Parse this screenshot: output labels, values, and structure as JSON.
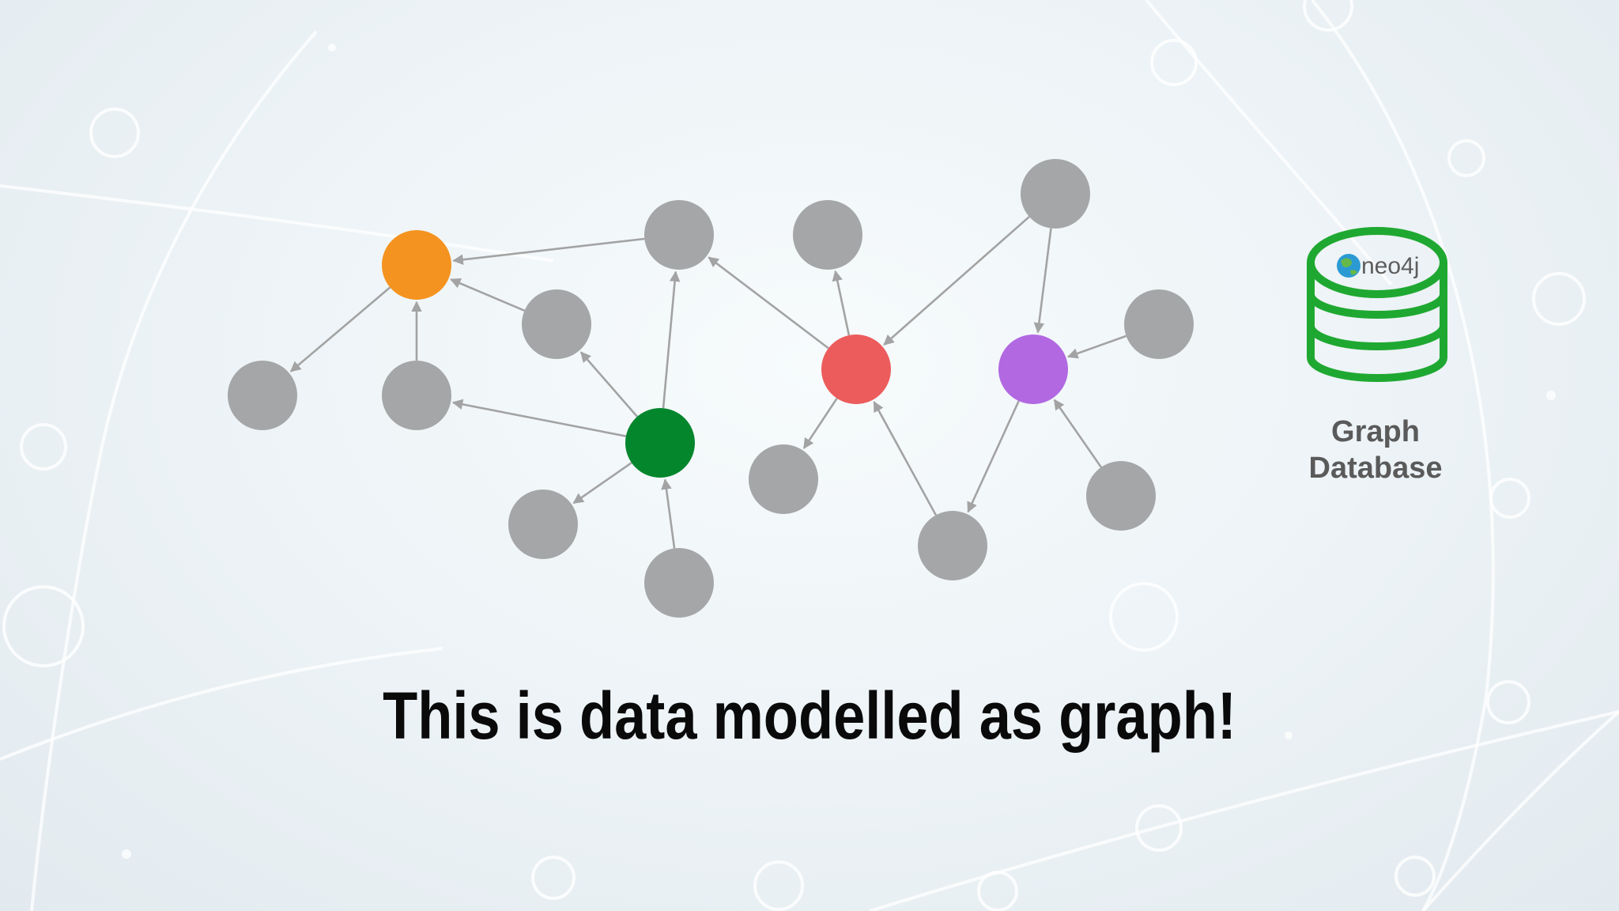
{
  "slide": {
    "caption": "This is data modelled as graph!",
    "database": {
      "logo_text": "neo4j",
      "label_line1": "Graph",
      "label_line2": "Database",
      "icon": "database-cylinder-icon",
      "accent_color": "#1fa831"
    }
  },
  "diagram": {
    "colors": {
      "node_default": "#a4a6a7",
      "edge": "#a3a3a3",
      "orange": "#f4931f",
      "green": "#04862d",
      "red": "#ec5c5c",
      "purple": "#b168e1"
    },
    "nodes": [
      {
        "id": "orange-hub",
        "color": "orange"
      },
      {
        "id": "node-a"
      },
      {
        "id": "node-b"
      },
      {
        "id": "node-c"
      },
      {
        "id": "node-d"
      },
      {
        "id": "green-hub",
        "color": "green"
      },
      {
        "id": "node-e"
      },
      {
        "id": "node-f"
      },
      {
        "id": "node-g"
      },
      {
        "id": "red-hub",
        "color": "red"
      },
      {
        "id": "node-h"
      },
      {
        "id": "node-i"
      },
      {
        "id": "node-j"
      },
      {
        "id": "purple-hub",
        "color": "purple"
      },
      {
        "id": "node-k"
      },
      {
        "id": "node-l"
      }
    ],
    "edges": [
      {
        "from": "node-d",
        "to": "orange-hub"
      },
      {
        "from": "node-c",
        "to": "orange-hub"
      },
      {
        "from": "node-b",
        "to": "orange-hub"
      },
      {
        "from": "orange-hub",
        "to": "node-a"
      },
      {
        "from": "green-hub",
        "to": "node-c"
      },
      {
        "from": "green-hub",
        "to": "node-b"
      },
      {
        "from": "green-hub",
        "to": "node-d"
      },
      {
        "from": "green-hub",
        "to": "node-e"
      },
      {
        "from": "node-f",
        "to": "green-hub"
      },
      {
        "from": "red-hub",
        "to": "node-d"
      },
      {
        "from": "red-hub",
        "to": "node-g"
      },
      {
        "from": "red-hub",
        "to": "node-h"
      },
      {
        "from": "node-i",
        "to": "red-hub"
      },
      {
        "from": "node-j",
        "to": "red-hub"
      },
      {
        "from": "node-j",
        "to": "purple-hub"
      },
      {
        "from": "node-k",
        "to": "purple-hub"
      },
      {
        "from": "node-l",
        "to": "purple-hub"
      },
      {
        "from": "purple-hub",
        "to": "node-i"
      }
    ]
  }
}
